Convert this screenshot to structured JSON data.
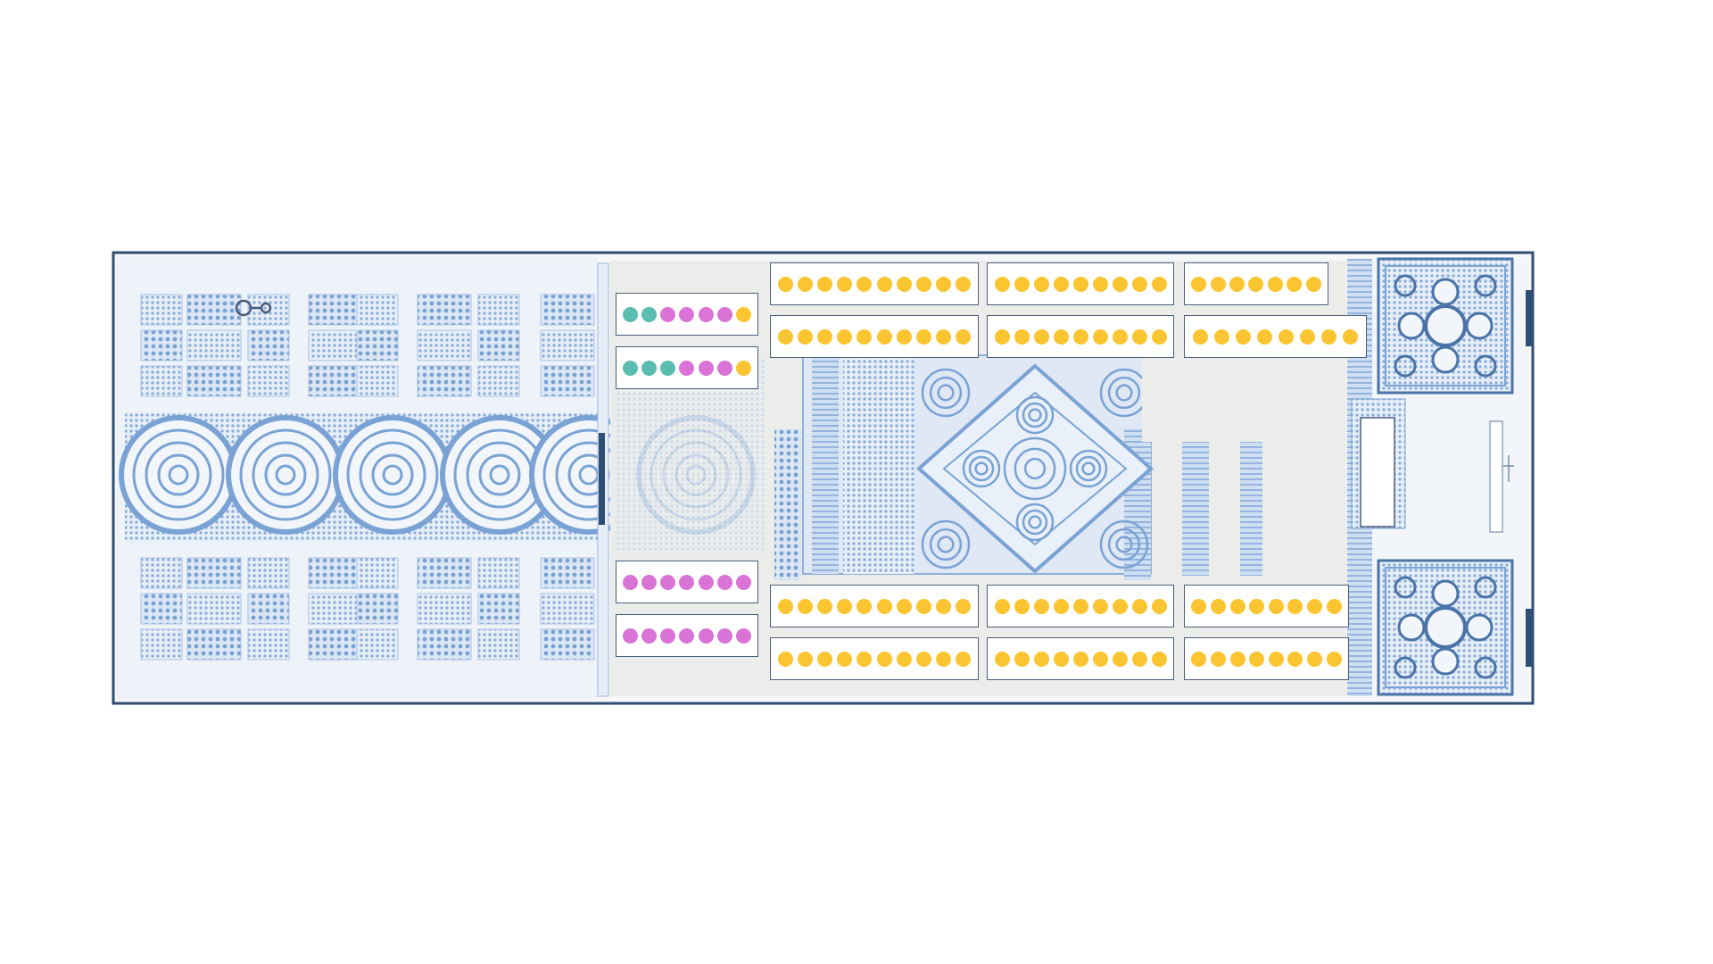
{
  "colors": {
    "border": "#2f4e74",
    "floor_pattern": "#6f9bd0",
    "floor_light": "#c9daf0",
    "floor_gray": "#e5e5e3",
    "bench_border": "#4a5d7a",
    "seat_green": "#5bbcb0",
    "seat_pink": "#d973d6",
    "seat_yellow": "#fbc531",
    "door": "#2f4e74",
    "entry_marker": "#4a5d7a"
  },
  "icons": {
    "entry": "key-entry-icon",
    "door": "door-bar-icon"
  },
  "seating": {
    "left_block": [
      [
        "green",
        "green",
        "pink",
        "pink",
        "pink",
        "pink",
        "yellow"
      ],
      [
        "green",
        "green",
        "green",
        "pink",
        "pink",
        "pink",
        "yellow"
      ],
      [
        "pink",
        "pink",
        "pink",
        "pink",
        "pink",
        "pink",
        "pink"
      ],
      [
        "pink",
        "pink",
        "pink",
        "pink",
        "pink",
        "pink",
        "pink"
      ]
    ],
    "center_top": [
      [
        10,
        9,
        7
      ],
      [
        10,
        9,
        8
      ]
    ],
    "center_bottom": [
      [
        10,
        9,
        8
      ],
      [
        10,
        9,
        8
      ]
    ]
  }
}
